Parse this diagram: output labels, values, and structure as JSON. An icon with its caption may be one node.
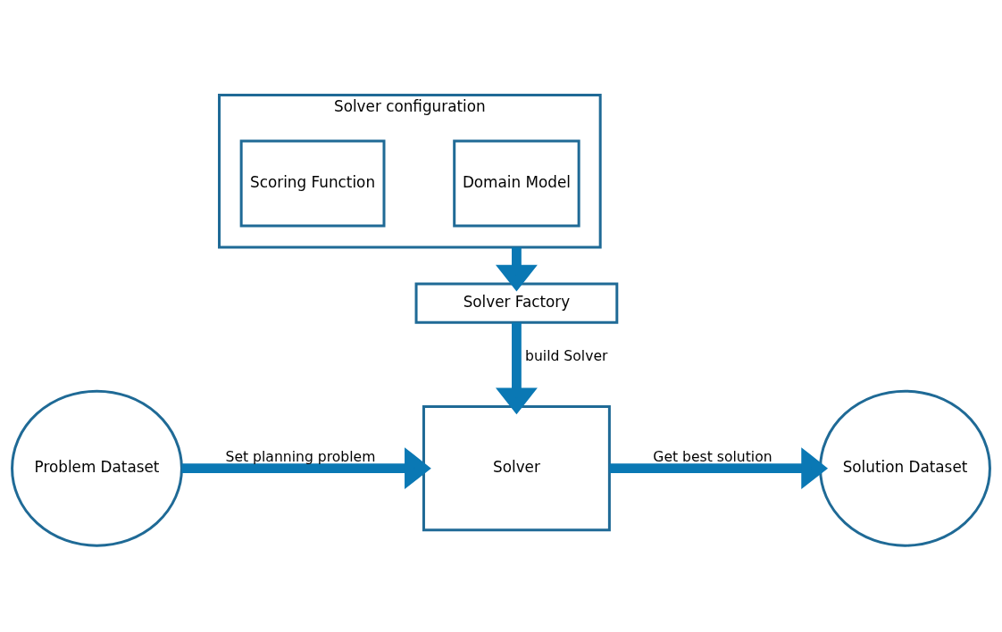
{
  "diagram": {
    "nodes": [
      {
        "text": [
          "Solver configuration"
        ]
      },
      {
        "text": [
          "Domain Model"
        ],
        "in": 0
      },
      {
        "text": [
          "Scoring Function"
        ],
        "in": 0
      },
      {
        "text": [
          "Solver Factory"
        ]
      },
      {
        "text": [
          "Solver"
        ]
      },
      {
        "text": [
          "Problem Dataset"
        ]
      },
      {
        "text": [
          "Solution Dataset"
        ]
      }
    ],
    "edges": [
      {
        "from": 0,
        "to": 3,
        "arrow": "to"
      },
      {
        "from": 3,
        "to": 4,
        "arrow": "to",
        "label": "build Solver"
      },
      {
        "from": 5,
        "to": 4,
        "arrow": "to",
        "label": "Set planning problem"
      },
      {
        "from": 4,
        "to": 6,
        "arrow": "to",
        "label": "Get best solution"
      }
    ]
  }
}
